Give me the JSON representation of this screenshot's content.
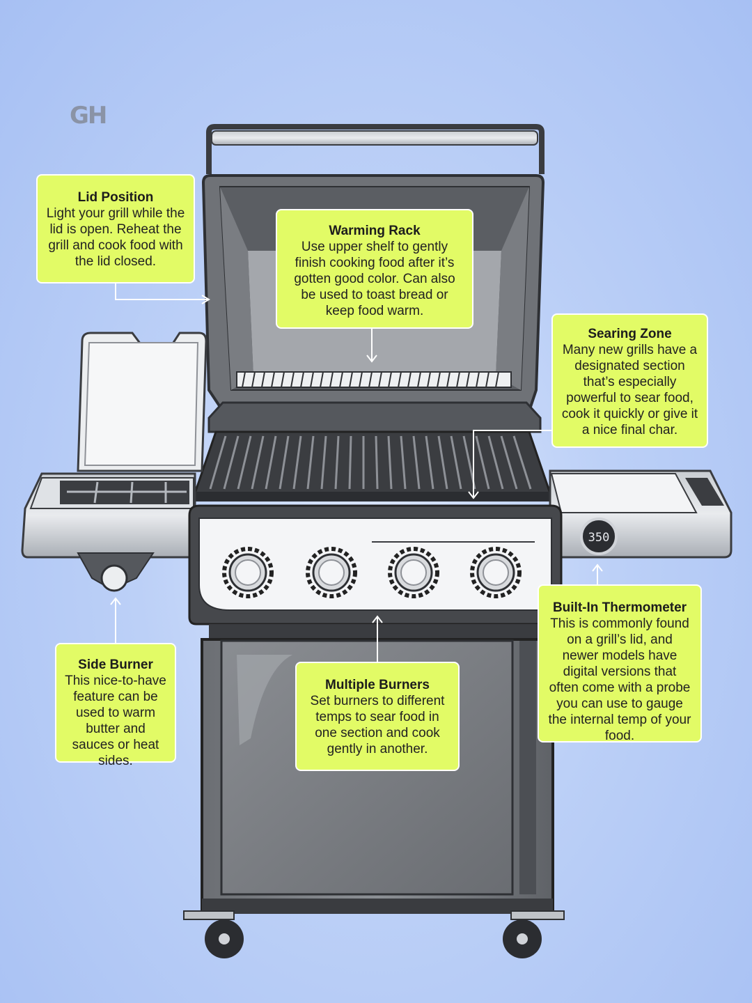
{
  "logo": "GH",
  "thermometer_display": "350",
  "callouts": {
    "lid_position": {
      "title": "Lid Position",
      "text": "Light your grill while the lid is open. Reheat the grill and cook food with the lid closed."
    },
    "warming_rack": {
      "title": "Warming Rack",
      "text": "Use upper shelf to gently finish cooking food after it’s gotten good color. Can also be used to toast bread or keep food warm."
    },
    "searing_zone": {
      "title": "Searing Zone",
      "text": "Many new grills have a designated section that’s especially powerful to sear food, cook it quickly or give it a nice final char."
    },
    "side_burner": {
      "title": "Side Burner",
      "text": "This nice-to-have feature can be used to warm butter and sauces or heat sides."
    },
    "multiple_burners": {
      "title": "Multiple Burners",
      "text": "Set burners to different temps to sear food in one section and cook gently in another."
    },
    "built_in_thermometer": {
      "title": "Built-In Thermometer",
      "text": "This is commonly found on a grill’s lid, and newer models have digital versions that often come with a probe you can use to gauge the internal temp of your food."
    }
  },
  "colors": {
    "callout_fill": "#e2fb66",
    "background": "#b6cbf6"
  }
}
